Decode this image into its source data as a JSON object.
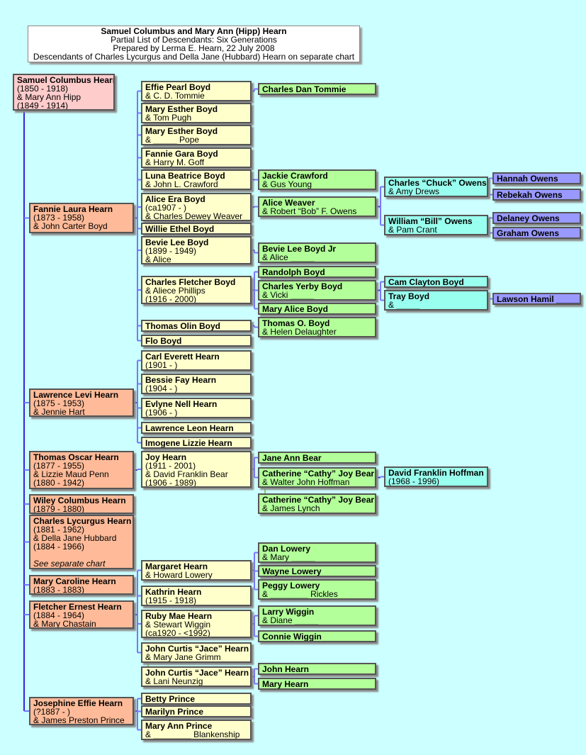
{
  "title": {
    "lines": [
      "Samuel Columbus and Mary Ann (Hipp) Hearn",
      "Partial List of Descendants: Six Generations",
      "Prepared by Lerma E. Hearn, 22 July 2008",
      "Descendants of Charles Lycurgus and Della Jane (Hubbard) Hearn on separate chart"
    ]
  },
  "colors": {
    "gen0": "#ffcccc",
    "gen1": "#ffbb99",
    "gen2": "#ffffcc",
    "gen3": "#b3ff99",
    "gen4": "#99ffee",
    "gen5": "#9999ff",
    "connector": "#4433dd",
    "background": "#ccffff"
  },
  "nodes": {
    "samuel": {
      "lines": [
        "Samuel Columbus Hearn",
        "(1850 - 1918)",
        "& Mary Ann Hipp",
        "(1849 - 1914)"
      ]
    },
    "fannie_laura": {
      "lines": [
        "Fannie Laura Hearn",
        "(1873 - 1958)",
        "& John Carter Boyd"
      ]
    },
    "lawrence_levi": {
      "lines": [
        "Lawrence Levi Hearn",
        "(1875 - 1953)",
        "& Jennie Hart"
      ]
    },
    "thomas_oscar": {
      "lines": [
        "Thomas Oscar Hearn",
        "(1877 - 1955)",
        "& Lizzie Maud Penn",
        "(1880 - 1942)"
      ]
    },
    "wiley": {
      "lines": [
        "Wiley Columbus Hearn",
        "(1879 - 1880)"
      ]
    },
    "charles_lycurgus": {
      "lines": [
        "Charles Lycurgus Hearn",
        "(1881 - 1962)",
        "& Della Jane Hubbard",
        "(1884 - 1966)"
      ],
      "note": "See separate chart"
    },
    "mary_caroline": {
      "lines": [
        "Mary Caroline Hearn",
        "(1883 - 1883)"
      ]
    },
    "fletcher": {
      "lines": [
        "Fletcher Ernest Hearn",
        "(1884 - 1964)",
        "& Mary Chastain"
      ]
    },
    "josephine": {
      "lines": [
        "Josephine Effie Hearn",
        "(?1887 - )",
        "& James Preston Prince"
      ]
    },
    "effie": {
      "lines": [
        "Effie Pearl Boyd",
        "& C. D. Tommie"
      ]
    },
    "mary_esther_pugh": {
      "lines": [
        "Mary Esther Boyd",
        "& Tom Pugh"
      ]
    },
    "mary_esther_pope": {
      "lines": [
        "Mary Esther Boyd",
        "& _____ Pope"
      ]
    },
    "fannie_gara": {
      "lines": [
        "Fannie Gara Boyd",
        "& Harry M. Goff"
      ]
    },
    "luna": {
      "lines": [
        "Luna Beatrice Boyd",
        "& John L. Crawford"
      ]
    },
    "alice_era": {
      "lines": [
        "Alice Era Boyd",
        "(ca1907 - )",
        "& Charles Dewey Weaver"
      ]
    },
    "willie": {
      "lines": [
        "Willie Ethel Boyd"
      ]
    },
    "bevie": {
      "lines": [
        "Bevie Lee Boyd",
        "(1899 - 1949)",
        "& Alice _____"
      ]
    },
    "charles_fletcher": {
      "lines": [
        "Charles Fletcher Boyd",
        "& Aliece Phillips",
        "(1916 - 2000)"
      ]
    },
    "thomas_olin": {
      "lines": [
        "Thomas Olin Boyd"
      ]
    },
    "flo": {
      "lines": [
        "Flo Boyd"
      ]
    },
    "carl": {
      "lines": [
        "Carl Everett Hearn",
        "(1901 - )"
      ]
    },
    "bessie": {
      "lines": [
        "Bessie Fay Hearn",
        "(1904 - )"
      ]
    },
    "evlyne": {
      "lines": [
        "Evlyne Nell Hearn",
        "(1906 - )"
      ]
    },
    "lawrence_leon": {
      "lines": [
        "Lawrence Leon Hearn"
      ]
    },
    "imogene": {
      "lines": [
        "Imogene Lizzie Hearn"
      ]
    },
    "joy": {
      "lines": [
        "Joy Hearn",
        "(1911 - 2001)",
        "& David Franklin Bear",
        "(1906 - 1989)"
      ]
    },
    "margaret": {
      "lines": [
        "Margaret Hearn",
        "& Howard Lowery"
      ]
    },
    "kathrin": {
      "lines": [
        "Kathrin Hearn",
        "(1915 - 1918)"
      ]
    },
    "ruby": {
      "lines": [
        "Ruby Mae Hearn",
        "& Stewart Wiggin",
        "(ca1920 - <1992)"
      ]
    },
    "jace_grimm": {
      "lines": [
        "John Curtis “Jace” Hearn",
        "& Mary Jane Grimm"
      ]
    },
    "jace_neunzig": {
      "lines": [
        "John Curtis “Jace” Hearn",
        "& Lani Neunzig"
      ]
    },
    "betty": {
      "lines": [
        "Betty Prince"
      ]
    },
    "marilyn": {
      "lines": [
        "Marilyn Prince"
      ]
    },
    "mary_ann_prince": {
      "lines": [
        "Mary Ann Prince",
        "& ________ Blankenship"
      ]
    },
    "charles_dan": {
      "lines": [
        "Charles Dan Tommie"
      ]
    },
    "jackie": {
      "lines": [
        "Jackie Crawford",
        "& Gus Young"
      ]
    },
    "alice_weaver": {
      "lines": [
        "Alice Weaver",
        "& Robert “Bob” F. Owens"
      ]
    },
    "bevie_jr": {
      "lines": [
        "Bevie Lee Boyd Jr",
        "& Alice _____"
      ]
    },
    "randolph": {
      "lines": [
        "Randolph Boyd"
      ]
    },
    "charles_yerby": {
      "lines": [
        "Charles Yerby Boyd",
        "& Vicki _____"
      ]
    },
    "mary_alice": {
      "lines": [
        "Mary Alice Boyd"
      ]
    },
    "thomas_o": {
      "lines": [
        "Thomas O. Boyd",
        "& Helen Delaughter"
      ]
    },
    "jane_ann": {
      "lines": [
        "Jane Ann Bear"
      ]
    },
    "cathy_hoffman": {
      "lines": [
        "Catherine “Cathy” Joy Bear",
        "& Walter John Hoffman"
      ]
    },
    "cathy_lynch": {
      "lines": [
        "Catherine “Cathy” Joy Bear",
        "& James Lynch"
      ]
    },
    "dan_lowery": {
      "lines": [
        "Dan Lowery",
        "& Mary _____"
      ]
    },
    "wayne": {
      "lines": [
        "Wayne Lowery"
      ]
    },
    "peggy": {
      "lines": [
        "Peggy Lowery",
        "& ________ Rickles"
      ]
    },
    "larry": {
      "lines": [
        "Larry Wiggin",
        "& Diane _____"
      ]
    },
    "connie": {
      "lines": [
        "Connie Wiggin"
      ]
    },
    "john_hearn": {
      "lines": [
        "John Hearn"
      ]
    },
    "mary_hearn": {
      "lines": [
        "Mary Hearn"
      ]
    },
    "chuck": {
      "lines": [
        "Charles “Chuck” Owens",
        "& Amy Drews"
      ]
    },
    "bill": {
      "lines": [
        "William “Bill” Owens",
        "& Pam Crant"
      ]
    },
    "cam": {
      "lines": [
        "Cam Clayton Boyd"
      ]
    },
    "tray": {
      "lines": [
        "Tray Boyd",
        "& _____"
      ]
    },
    "david_hoffman": {
      "lines": [
        "David Franklin Hoffman",
        "(1968 - 1996)"
      ]
    },
    "hannah": {
      "lines": [
        "Hannah Owens"
      ]
    },
    "rebekah": {
      "lines": [
        "Rebekah Owens"
      ]
    },
    "delaney": {
      "lines": [
        "Delaney Owens"
      ]
    },
    "graham": {
      "lines": [
        "Graham Owens"
      ]
    },
    "lawson": {
      "lines": [
        "Lawson Hamil _____"
      ]
    }
  }
}
